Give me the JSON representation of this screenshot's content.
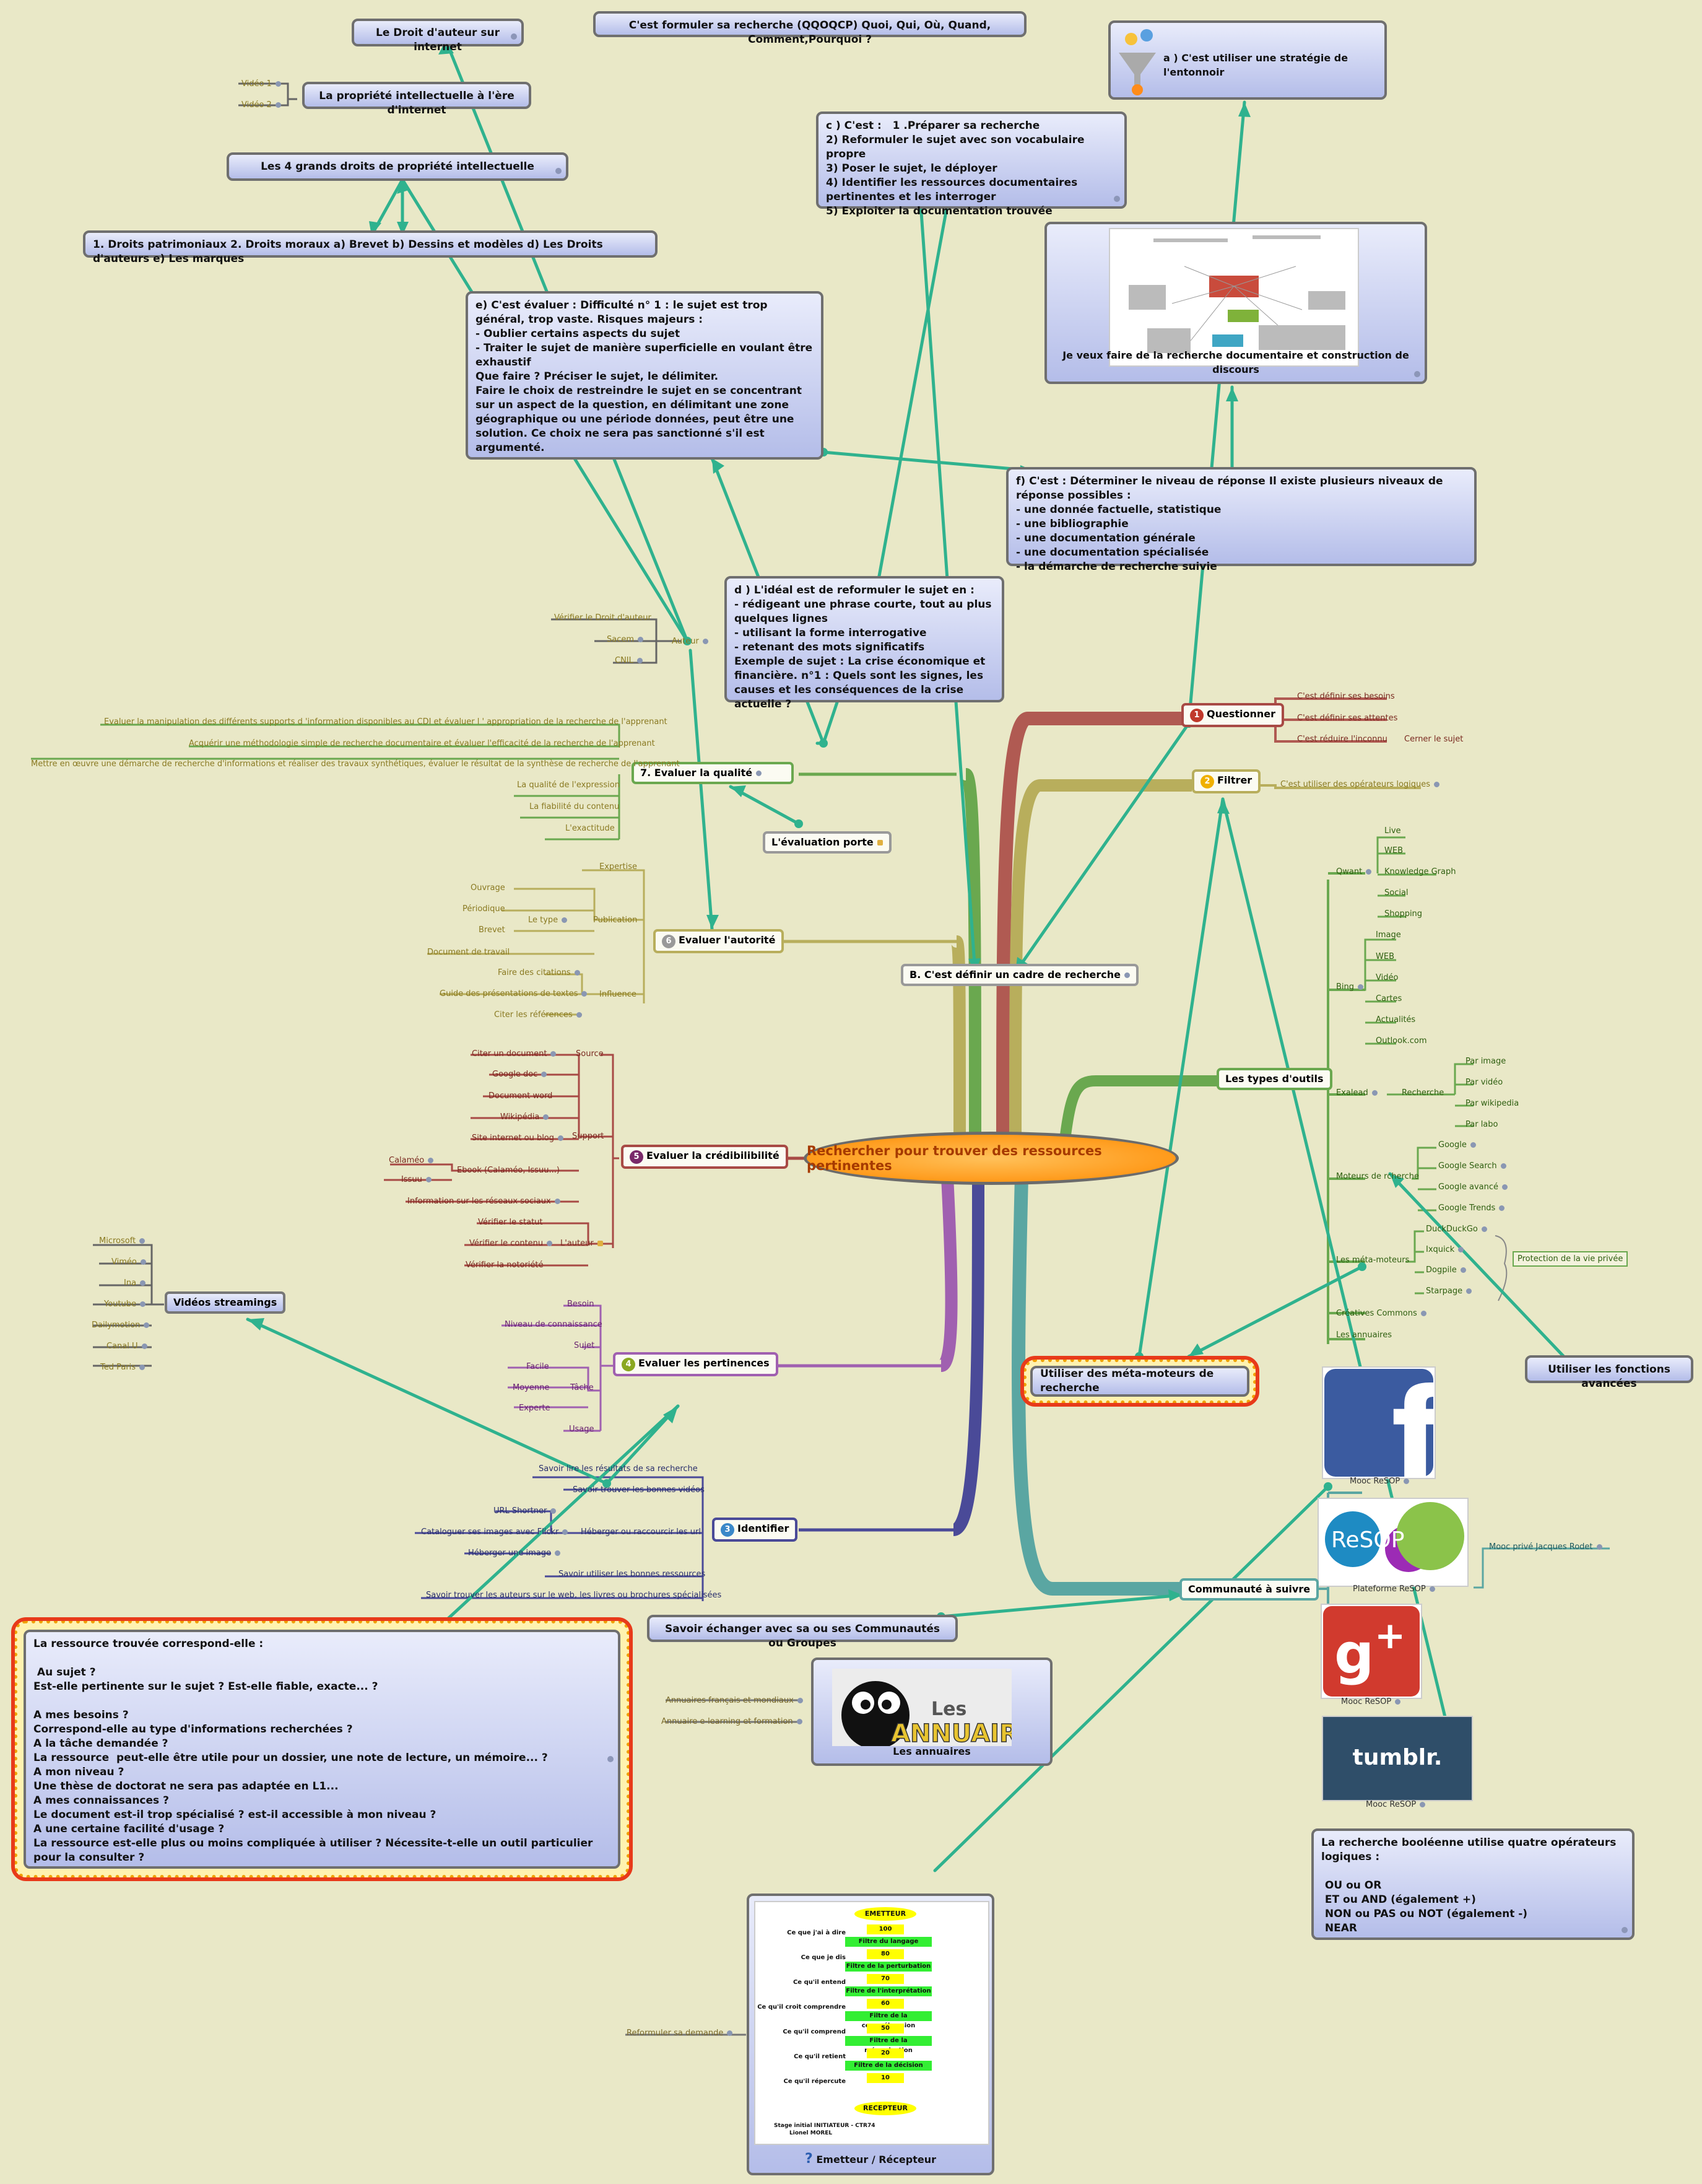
{
  "map": {
    "center": "Rechercher pour trouver des ressources pertinentes",
    "questionner": {
      "num": "1",
      "label": "Questionner",
      "subs": [
        "C'est définir ses besoins",
        "C'est définir ses attentes",
        "C'est réduire l'inconnu",
        "Cerner le sujet"
      ]
    },
    "filtrer": {
      "num": "2",
      "label": "Filtrer",
      "subs": [
        "C'est utiliser des opérateurs logiques"
      ]
    },
    "types_outils": {
      "label": "Les types d'outils",
      "qwant": "Qwant",
      "qwant_items": [
        "Live",
        "WEB",
        "Knowledge Graph",
        "Social",
        "Shopping"
      ],
      "bing": "Bing",
      "bing_items": [
        "Image",
        "WEB",
        "Vidéo",
        "Cartes",
        "Actualités",
        "Outlook.com"
      ],
      "exalead": "Exalead",
      "recherche": "Recherche",
      "exalead_items": [
        "Par image",
        "Par vidéo",
        "Par wikipedia",
        "Par labo"
      ],
      "moteurs": "Moteurs de rcherche",
      "moteurs_items": [
        "Google",
        "Google Search",
        "Google avancé",
        "Google Trends"
      ],
      "meta": "Les méta-moteurs",
      "meta_items": [
        "DuckDuckGo",
        "Ixquick",
        "Dogpile",
        "Starpage"
      ],
      "protection": "Protection de la vie privée",
      "cc": "Créatives Commons",
      "annuaires": "Les annuaires"
    },
    "communaute": {
      "label": "Communauté à suivre",
      "mooc_reseau": "Mooc ReSOP",
      "plateforme": "Plateforme ReSOP",
      "mooc_prive": "Mooc privé Jacques Rodet",
      "resop_logo": "ReSOP",
      "tumblr": "tumblr."
    },
    "evaluer_qualite": {
      "label": "7. Evaluer la qualité",
      "items": [
        "Evaluer la manipulation des différents supports d 'information disponibles au CDI et évaluer l ' appropriation de la recherche de l'apprenant",
        "Acquérir une méthodologie simple de recherche documentaire et évaluer l'efficacité de la recherche de l'apprenant",
        "Mettre en œuvre une démarche de recherche d'informations et réaliser des travaux synthétiques, évaluer le résultat de la synthèse de recherche de l'apprenant",
        "La qualité de l'expression",
        "La fiabilité du contenu",
        "L'exactitude"
      ],
      "portee": "L'évaluation porte"
    },
    "evaluer_autorite": {
      "num": "6",
      "label": "Evaluer l'autorité",
      "expertise": "Expertise",
      "publication": "Publication",
      "letype": "Le type",
      "type_items": [
        "Ouvrage",
        "Périodique",
        "Brevet",
        "Document de travail"
      ],
      "influence": "Influence",
      "influence_items": [
        "Faire des citations",
        "Guide des présentations de textes",
        "Citer les références"
      ]
    },
    "credibilite": {
      "num": "5",
      "label": "Evaluer la crédibilibilité",
      "source": "Source",
      "citer": "Citer un document",
      "support": "Support",
      "support_items": [
        "Google doc",
        "Document word",
        "Wikipédia",
        "Site internet ou blog",
        "Ebook (Calaméo, Issuu...)",
        "Information sur les réseaux sociaux"
      ],
      "ebook_items": [
        "Calaméo",
        "Issuu"
      ],
      "auteur": "L'auteur",
      "auteur_items": [
        "Vérifier le statut",
        "Vérifier le contenu",
        "Vérifier la notoriété"
      ]
    },
    "pertinences": {
      "num": "4",
      "label": "Evaluer les pertinences",
      "items": [
        "Besoin",
        "Niveau de connaissance",
        "Sujet",
        "Tâche",
        "Usage"
      ],
      "tache_items": [
        "Facile",
        "Moyenne",
        "Experte"
      ]
    },
    "identifier": {
      "num": "3",
      "label": "Identifier",
      "items": [
        "Savoir lire les résultats de sa recherche",
        "Savoir trouver les bonnes vidéos",
        "Héberger ou raccourcir les url",
        "Savoir utiliser les bonnes ressources",
        "Savoir trouver les auteurs sur le web, les livres ou brochures  spécialisées"
      ],
      "url_items": [
        "URL Shortner",
        "Cataloguer ses images avec Flickr",
        "Héberger une image"
      ]
    },
    "cadre": "B. C'est définir un cadre de recherche",
    "auteur_branch": {
      "label": "Auteur",
      "items": [
        "Vérifier le Droit d'auteur",
        "Sacem",
        "CNIL"
      ]
    },
    "videos": {
      "label": "Vidéos streamings",
      "items": [
        "Microsoft",
        "Viméo",
        "Ina",
        "Youtube",
        "Dailymotion",
        "Canal U",
        "Ted Paris"
      ]
    }
  },
  "callouts": {
    "droit_internet": "Le Droit d'auteur sur internet",
    "qqoqcp": "C'est formuler sa recherche (QQOQCP) Quoi, Qui, Où, Quand, Comment,Pourquoi ?",
    "entonnoir": "a ) C'est utiliser une stratégie de l'entonnoir",
    "propriete": "La propriété intellectuelle à l'ère d'internet",
    "video1": "Vidéo 1",
    "video2": "Vidéo 2",
    "quatre_droits": "Les 4 grands droits de propriété intellectuelle",
    "droits_list": "1. Droits patrimoniaux 2. Droits moraux a) Brevet b) Dessins et modèles d) Les Droits d'auteurs e) Les marques",
    "c_cest": "c ) C'est :   1 .Préparer sa recherche\n2) Reformuler le sujet avec son vocabulaire propre\n3) Poser le sujet, le déployer\n4) Identifier les ressources documentaires pertinentes et les interroger\n5) Exploiter la documentation trouvée",
    "doc_recherche": "Je veux faire de la recherche documentaire et construction de discours",
    "e_cest": "e) C'est évaluer : Difficulté n° 1 : le sujet est trop général, trop vaste. Risques majeurs :\n- Oublier certains aspects du sujet\n- Traiter le sujet de manière superficielle en voulant être exhaustif\nQue faire ? Préciser le sujet, le délimiter.\nFaire le choix de restreindre le sujet en se concentrant sur un aspect de la question, en délimitant une zone géographique ou une période données, peut être une solution. Ce choix ne sera pas sanctionné s'il est argumenté.",
    "f_cest": "f) C'est : Déterminer le niveau de réponse Il existe plusieurs niveaux de réponse possibles :\n- une donnée factuelle, statistique\n- une bibliographie\n- une documentation générale\n- une documentation spécialisée\n- la démarche de recherche suivie",
    "d_ideal": "d ) L'idéal est de reformuler le sujet en :\n- rédigeant une phrase courte, tout au plus quelques lignes\n- utilisant la forme interrogative\n- retenant des mots significatifs\nExemple de sujet : La crise économique et financière. n°1 : Quels sont les signes, les causes et les conséquences de la crise actuelle ?",
    "meta_moteurs": "Utiliser des méta-moteurs de recherche",
    "fonctions": "Utiliser les fonctions avancées",
    "echanger": "Savoir échanger avec sa ou ses Communautés ou Groupes",
    "annuaires_caption": "Les annuaires",
    "annuaires_items": [
      "Annuaires français et mondiaux",
      "Annuaire e-learning et formation"
    ],
    "annuaires_logo_top": "Les",
    "annuaires_logo_bottom": "ANNUAIRES",
    "ressource": "La ressource trouvée correspond-elle :\n\n Au sujet ?\nEst-elle pertinente sur le sujet ? Est-elle fiable, exacte... ?\n\nA mes besoins ?\nCorrespond-elle au type d'informations recherchées ?\nA la tâche demandée ?\nLa ressource  peut-elle être utile pour un dossier, une note de lecture, un mémoire... ?\nA mon niveau ?\nUne thèse de doctorat ne sera pas adaptée en L1...\nA mes connaissances ?\nLe document est-il trop spécialisé ? est-il accessible à mon niveau ?\nA une certaine facilité d'usage ?\nLa ressource est-elle plus ou moins compliquée à utiliser ? Nécessite-t-elle un outil particulier pour la consulter ?",
    "booleenne": "La recherche booléenne utilise quatre opérateurs logiques :\n\n OU ou OR\n ET ou AND (également +)\n NON ou PAS ou NOT (également -)\n NEAR",
    "emetteur_caption": "Emetteur  / Récepteur",
    "reformuler": "Reformuler sa demande"
  },
  "emetteur_chart": {
    "top": "EMETTEUR",
    "bottom": "RECEPTEUR",
    "rows": [
      [
        "Ce que j'ai à dire",
        "100",
        "Filtre du langage"
      ],
      [
        "Ce que je dis",
        "80",
        "Filtre de la perturbation"
      ],
      [
        "Ce qu'il entend",
        "70",
        "Filtre de l'interprétation"
      ],
      [
        "Ce qu'il croit comprendre",
        "60",
        "Filtre de la compréhension"
      ],
      [
        "Ce qu'il comprend",
        "50",
        "Filtre de la mémorisation"
      ],
      [
        "Ce qu'il retient",
        "20",
        "Filtre de la décision"
      ],
      [
        "Ce qu'il répercute",
        "10",
        ""
      ]
    ],
    "credit1": "Stage initial INITIATEUR - CTR74",
    "credit2": "Lionel MOREL"
  },
  "colors": {
    "accent_teal": "#2fb28e",
    "branch_red": "#a84a45",
    "branch_olive": "#a8a052",
    "branch_green": "#6aa84f",
    "branch_purple": "#a060b0",
    "branch_navy": "#3f3f8f",
    "branch_teal": "#5aa6a2"
  }
}
